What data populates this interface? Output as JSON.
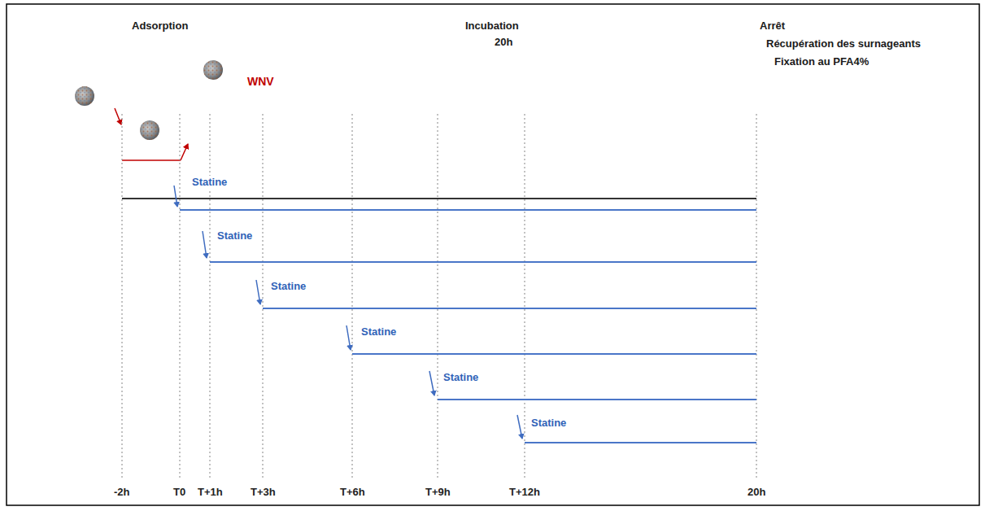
{
  "diagram": {
    "labels": [
      "Adsorption",
      "Incubation",
      "20h",
      "Arrêt",
      "Récupération des surnageants",
      "Fixation au PFA4%",
      "WNV",
      "Statine",
      "Statine",
      "Statine",
      "Statine",
      "Statine",
      "Statine",
      "-2h",
      "T0",
      "T+1h",
      "T+3h",
      "T+6h",
      "T+9h",
      "T+12h",
      "20h"
    ]
  }
}
